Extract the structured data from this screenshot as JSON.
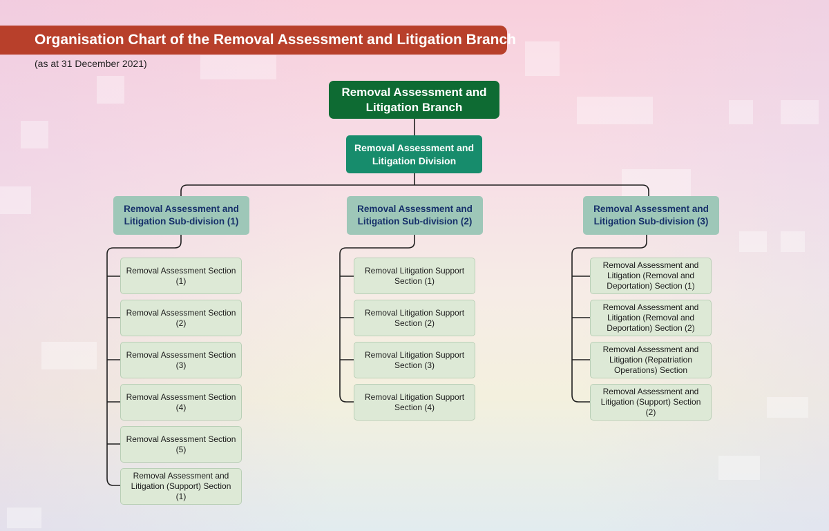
{
  "header": {
    "title": "Organisation Chart of the Removal Assessment and Litigation Branch",
    "subtitle": "(as at 31 December 2021)"
  },
  "branch": {
    "label": "Removal Assessment and Litigation Branch"
  },
  "division": {
    "label": "Removal Assessment and Litigation Division"
  },
  "subdivisions": [
    {
      "label": "Removal Assessment and Litigation Sub-division (1)",
      "sections": [
        "Removal Assessment Section (1)",
        "Removal Assessment Section (2)",
        "Removal Assessment Section (3)",
        "Removal Assessment Section (4)",
        "Removal Assessment Section (5)",
        "Removal Assessment and Litigation (Support) Section (1)"
      ]
    },
    {
      "label": "Removal Assessment and Litigation Sub-division (2)",
      "sections": [
        "Removal Litigation Support Section (1)",
        "Removal Litigation Support Section (2)",
        "Removal Litigation Support Section (3)",
        "Removal Litigation Support Section (4)"
      ]
    },
    {
      "label": "Removal Assessment and Litigation Sub-division (3)",
      "sections": [
        "Removal Assessment and Litigation (Removal and Deportation) Section (1)",
        "Removal Assessment and Litigation (Removal and Deportation) Section (2)",
        "Removal Assessment and Litigation (Repatriation Operations) Section",
        "Removal Assessment and Litigation (Support) Section (2)"
      ]
    }
  ],
  "colors": {
    "title_bar": "#b8402b",
    "branch_box": "#0e6b33",
    "division_box": "#178c6c",
    "subdivision_box": "#9ec7b8",
    "section_box": "#dde9d6",
    "subdivision_text": "#16306a"
  }
}
